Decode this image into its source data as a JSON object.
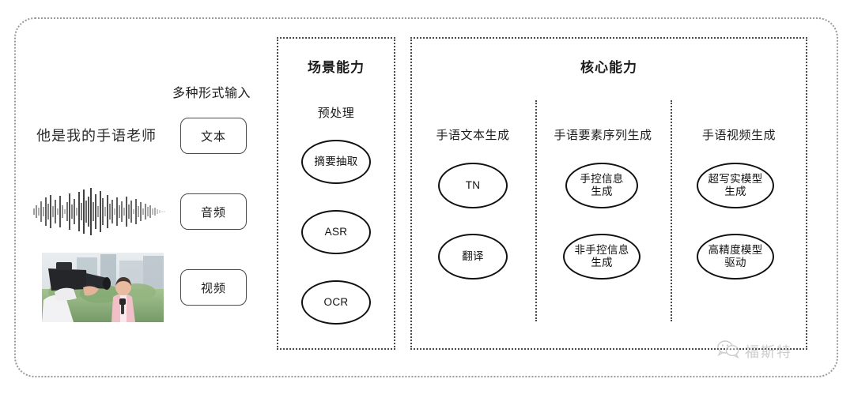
{
  "diagram": {
    "input_section": {
      "heading": "多种形式输入",
      "sample_text": "他是我的手语老师",
      "modalities": [
        {
          "label": "文本",
          "media": "text-sample"
        },
        {
          "label": "音频",
          "media": "audio-waveform"
        },
        {
          "label": "视频",
          "media": "video-thumbnail"
        }
      ]
    },
    "panels": [
      {
        "title": "场景能力",
        "columns": [
          {
            "label": "预处理",
            "nodes": [
              "摘要抽取",
              "ASR",
              "OCR"
            ]
          }
        ]
      },
      {
        "title": "核心能力",
        "columns": [
          {
            "label": "手语文本生成",
            "nodes": [
              "TN",
              "翻译"
            ]
          },
          {
            "label": "手语要素序列生成",
            "nodes": [
              "手控信息\n生成",
              "非手控信息\n生成"
            ]
          },
          {
            "label": "手语视频生成",
            "nodes": [
              "超写实模型\n生成",
              "高精度模型\n驱动"
            ]
          }
        ]
      }
    ],
    "watermark": {
      "text": "福斯特",
      "icon": "wechat-icon"
    },
    "colors": {
      "ink": "#111111",
      "text": "#1c1c1c",
      "dotted_border": "#4a4a4a",
      "outer_border": "#9a9a9a",
      "background": "#ffffff",
      "watermark": "#9a9a9a"
    }
  }
}
